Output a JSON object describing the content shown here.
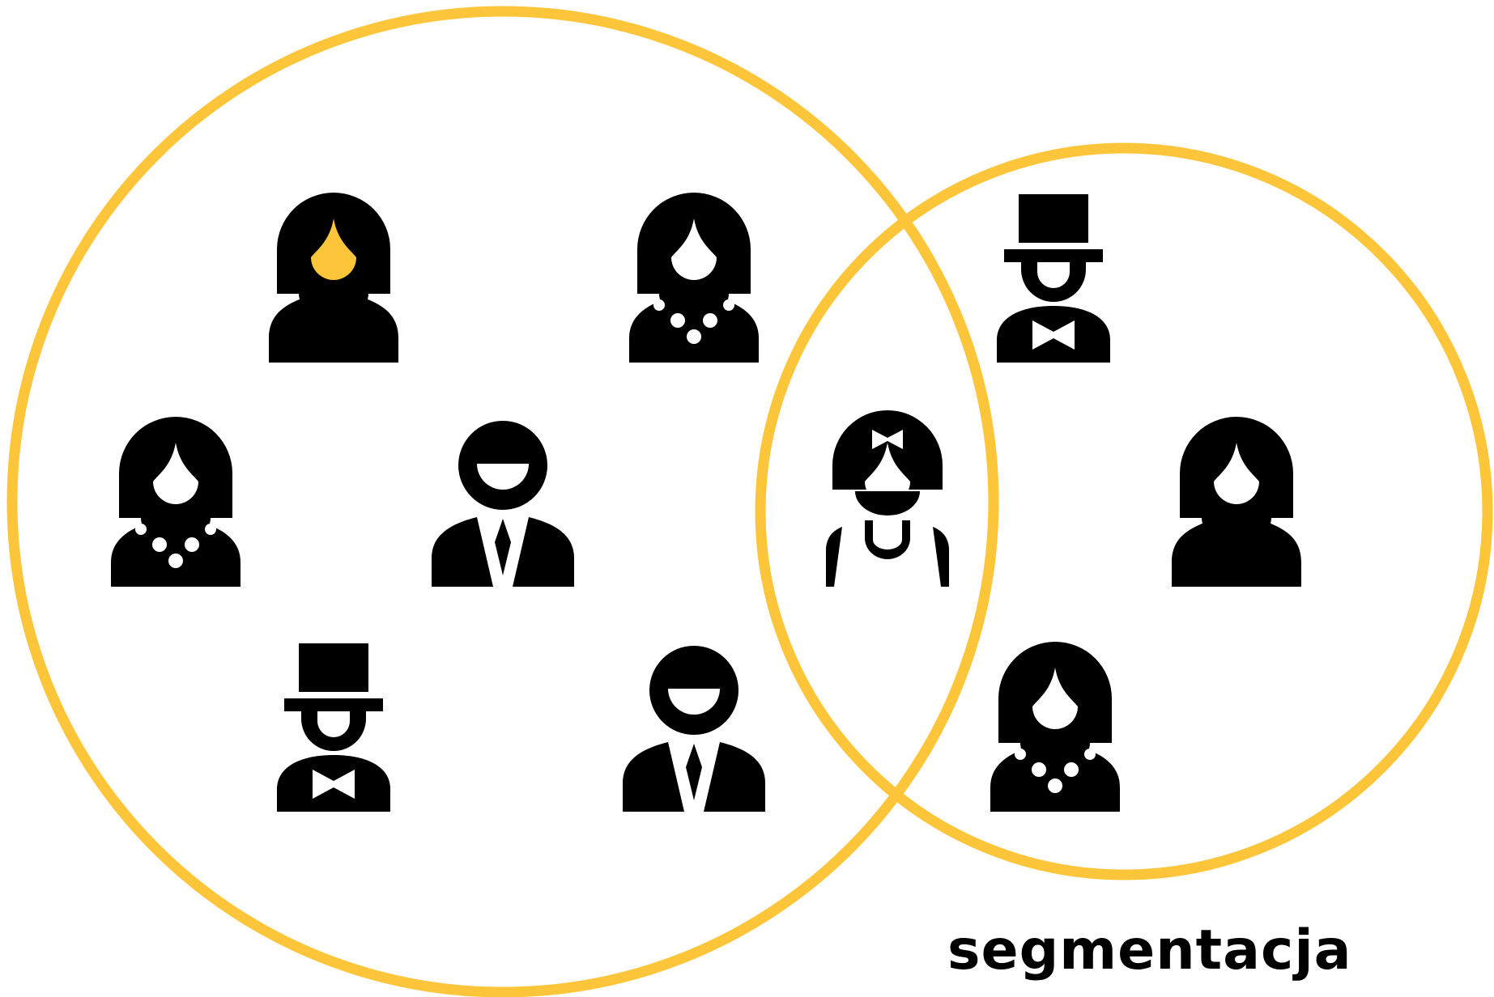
{
  "caption": "segmentacja",
  "colors": {
    "ring": "#fdc539",
    "figure": "#000000",
    "highlight_face": "#fdc539",
    "background": "#ffffff"
  },
  "rings": [
    {
      "name": "large-circle"
    },
    {
      "name": "small-circle"
    }
  ],
  "figures": [
    {
      "icon": "woman-v-neck-person-icon",
      "highlighted": true
    },
    {
      "icon": "woman-necklace-person-icon",
      "highlighted": false
    },
    {
      "icon": "woman-necklace-person-icon",
      "highlighted": false
    },
    {
      "icon": "man-suit-tie-person-icon",
      "highlighted": false
    },
    {
      "icon": "man-top-hat-person-icon",
      "highlighted": false
    },
    {
      "icon": "man-suit-tie-person-icon",
      "highlighted": false
    },
    {
      "icon": "girl-bow-apron-person-icon",
      "highlighted": false
    },
    {
      "icon": "man-top-hat-person-icon",
      "highlighted": false
    },
    {
      "icon": "woman-v-neck-person-icon",
      "highlighted": false
    },
    {
      "icon": "woman-necklace-person-icon",
      "highlighted": false
    }
  ]
}
